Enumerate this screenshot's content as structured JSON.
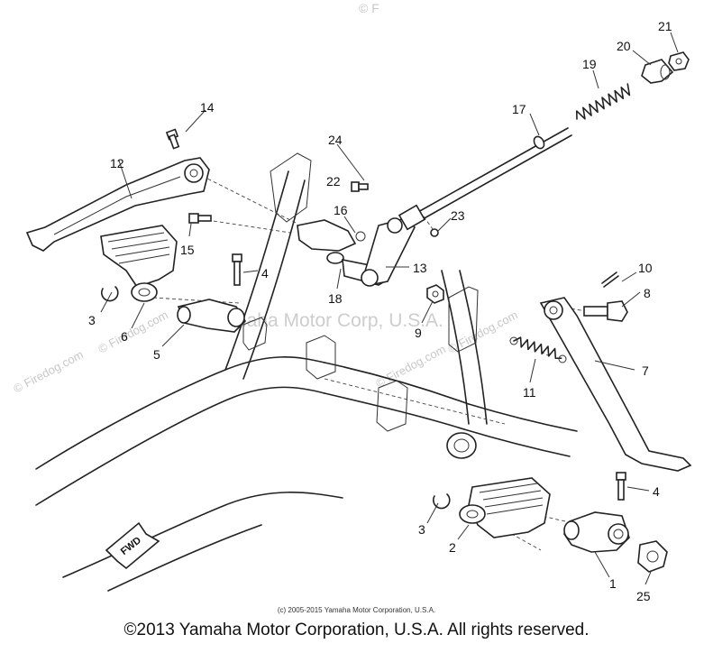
{
  "watermarks": {
    "center": "Yamaha Motor Corp, U.S.A.",
    "firedog": "© Firedog.com",
    "top_fragment": "© F"
  },
  "fwd_label": "FWD",
  "parts": [
    {
      "num": "1",
      "desc": ""
    },
    {
      "num": "2",
      "desc": ""
    },
    {
      "num": "3",
      "desc": ""
    },
    {
      "num": "3",
      "desc": ""
    },
    {
      "num": "4",
      "desc": ""
    },
    {
      "num": "4",
      "desc": ""
    },
    {
      "num": "5",
      "desc": ""
    },
    {
      "num": "6",
      "desc": ""
    },
    {
      "num": "7",
      "desc": ""
    },
    {
      "num": "8",
      "desc": ""
    },
    {
      "num": "9",
      "desc": ""
    },
    {
      "num": "10",
      "desc": ""
    },
    {
      "num": "11",
      "desc": ""
    },
    {
      "num": "12",
      "desc": ""
    },
    {
      "num": "13",
      "desc": ""
    },
    {
      "num": "14",
      "desc": ""
    },
    {
      "num": "15",
      "desc": ""
    },
    {
      "num": "16",
      "desc": ""
    },
    {
      "num": "17",
      "desc": ""
    },
    {
      "num": "18",
      "desc": ""
    },
    {
      "num": "19",
      "desc": ""
    },
    {
      "num": "20",
      "desc": ""
    },
    {
      "num": "21",
      "desc": ""
    },
    {
      "num": "22",
      "desc": ""
    },
    {
      "num": "23",
      "desc": ""
    },
    {
      "num": "24",
      "desc": ""
    },
    {
      "num": "25",
      "desc": ""
    }
  ],
  "footer": {
    "small": "(c) 2005-2015 Yamaha Motor Corporation, U.S.A.",
    "big": "©2013 Yamaha Motor Corporation, U.S.A. All rights reserved."
  }
}
